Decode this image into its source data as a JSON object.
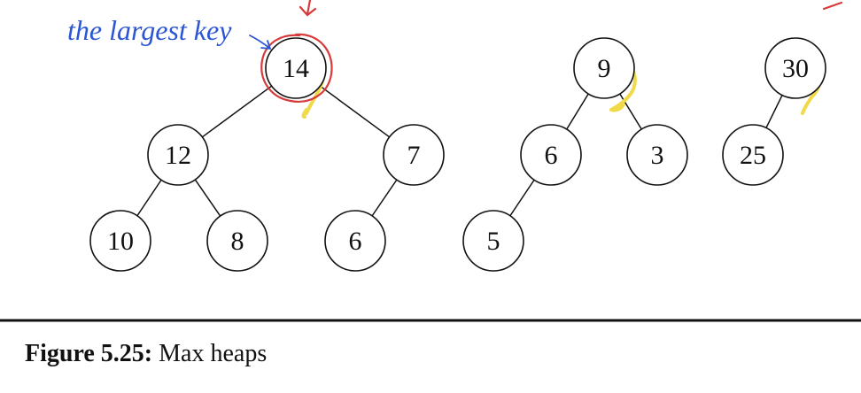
{
  "colors": {
    "ink": "#111111",
    "annotation_blue": "#2b55d4",
    "annotation_red": "#d63a3a",
    "highlight_yellow": "#f1da4a"
  },
  "annotation": {
    "text": "the largest key"
  },
  "heaps": [
    {
      "name": "heap-1",
      "nodes": [
        {
          "id": "h1-root",
          "key": "14"
        },
        {
          "id": "h1-l",
          "key": "12"
        },
        {
          "id": "h1-r",
          "key": "7"
        },
        {
          "id": "h1-ll",
          "key": "10"
        },
        {
          "id": "h1-lr",
          "key": "8"
        },
        {
          "id": "h1-rl",
          "key": "6"
        }
      ],
      "edges": [
        [
          "h1-root",
          "h1-l"
        ],
        [
          "h1-root",
          "h1-r"
        ],
        [
          "h1-l",
          "h1-ll"
        ],
        [
          "h1-l",
          "h1-lr"
        ],
        [
          "h1-r",
          "h1-rl"
        ]
      ]
    },
    {
      "name": "heap-2",
      "nodes": [
        {
          "id": "h2-root",
          "key": "9"
        },
        {
          "id": "h2-l",
          "key": "6"
        },
        {
          "id": "h2-r",
          "key": "3"
        },
        {
          "id": "h2-ll",
          "key": "5"
        }
      ],
      "edges": [
        [
          "h2-root",
          "h2-l"
        ],
        [
          "h2-root",
          "h2-r"
        ],
        [
          "h2-l",
          "h2-ll"
        ]
      ]
    },
    {
      "name": "heap-3",
      "nodes": [
        {
          "id": "h3-root",
          "key": "30"
        },
        {
          "id": "h3-l",
          "key": "25"
        }
      ],
      "edges": [
        [
          "h3-root",
          "h3-l"
        ]
      ]
    }
  ],
  "caption": {
    "label": "Figure 5.25:",
    "text": "Max heaps"
  }
}
